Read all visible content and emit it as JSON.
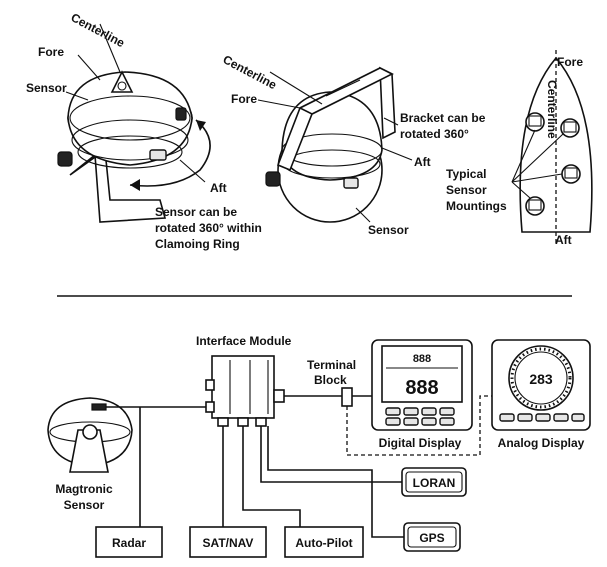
{
  "labels": {
    "fore_left": "Fore",
    "centerline_left": "Centerline",
    "sensor_left": "Sensor",
    "aft_left": "Aft",
    "rotate_caption_1": "Sensor can be",
    "rotate_caption_2": "rotated 360° within",
    "rotate_caption_3": "Clamoing Ring",
    "centerline_mid": "Centerline",
    "fore_mid": "Fore",
    "bracket_caption_1": "Bracket can be",
    "bracket_caption_2": "rotated 360°",
    "aft_mid": "Aft",
    "sensor_mid": "Sensor",
    "fore_right": "Fore",
    "centerline_right": "Centerline",
    "typical_1": "Typical",
    "typical_2": "Sensor",
    "typical_3": "Mountings",
    "aft_right": "Aft",
    "interface_module": "Interface Module",
    "terminal_1": "Terminal",
    "terminal_2": "Block",
    "digital_display": "Digital Display",
    "analog_display": "Analog Display",
    "magtronic_1": "Magtronic",
    "magtronic_2": "Sensor",
    "radar": "Radar",
    "satnav": "SAT/NAV",
    "autopilot": "Auto-Pilot",
    "loran": "LORAN",
    "gps": "GPS",
    "digital_readout": "888",
    "digital_readout_top": "888",
    "analog_readout": "283"
  }
}
